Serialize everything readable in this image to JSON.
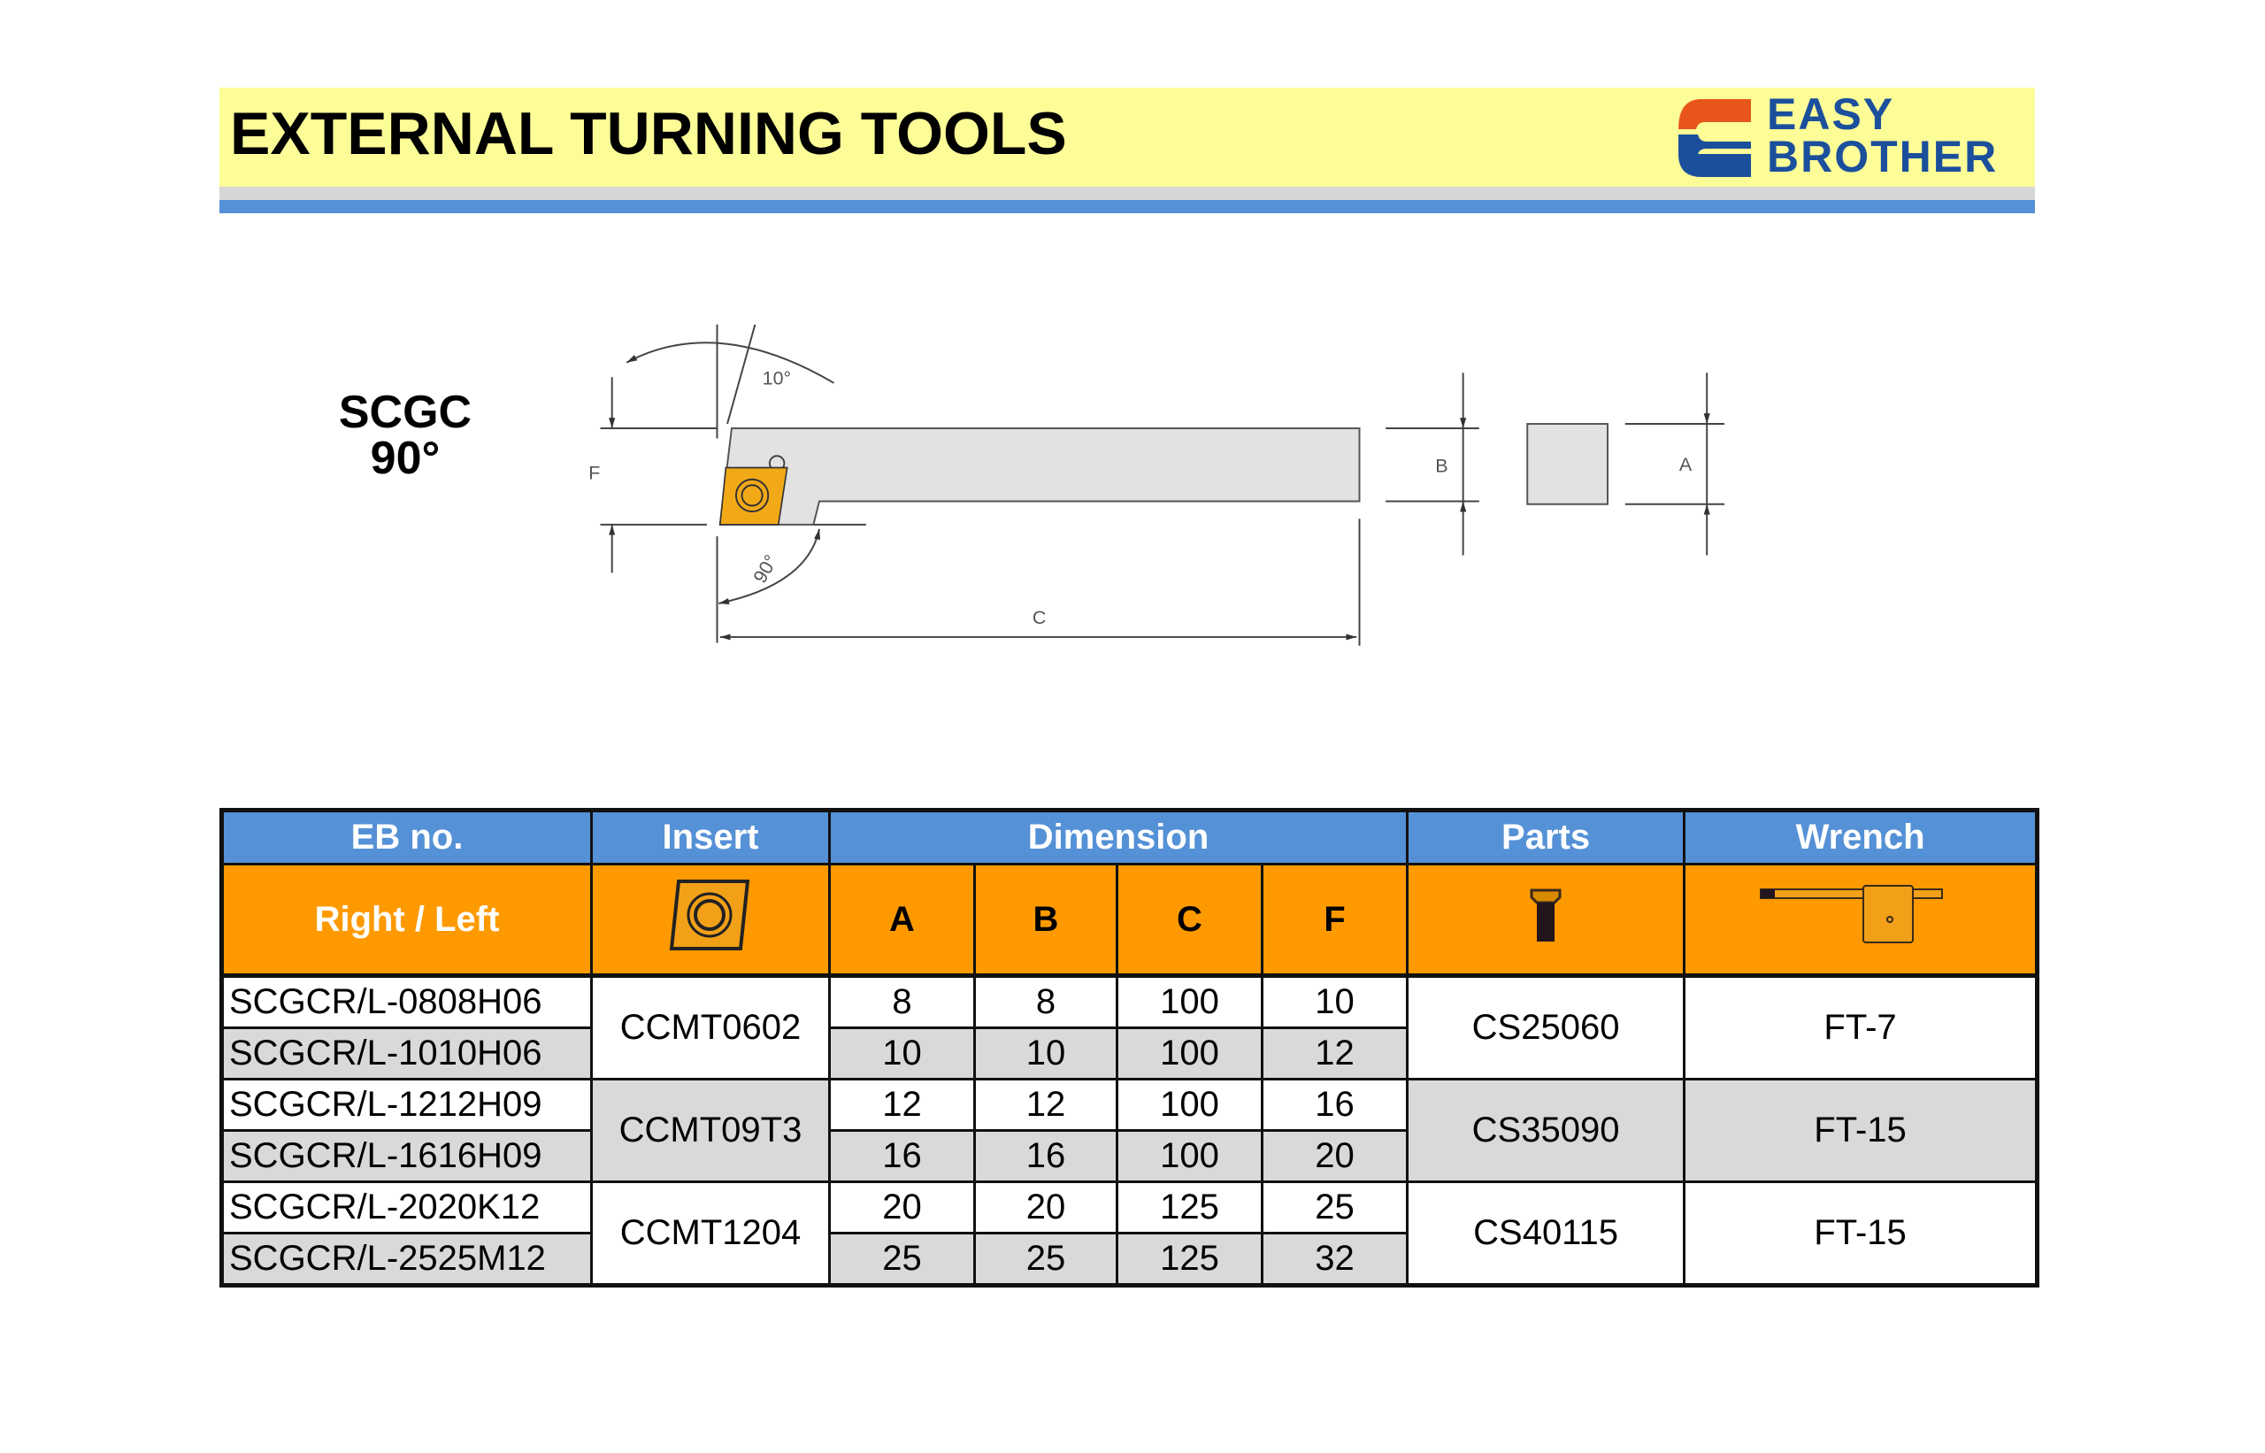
{
  "header": {
    "title": "EXTERNAL TURNING TOOLS",
    "logo": {
      "line1": "EASY",
      "line2": "BROTHER"
    }
  },
  "colors": {
    "band": "#fdfd98",
    "blue": "#5591d6",
    "orange": "#fe9a00",
    "logo_blue": "#1b4f9c",
    "logo_orange": "#e8561c",
    "row_gray": "#d9d9d9"
  },
  "model": {
    "name": "SCGC",
    "angle": "90°"
  },
  "drawing": {
    "labels": {
      "top_angle": "10°",
      "bottom_angle": "90°",
      "F": "F",
      "C": "C",
      "B": "B",
      "A": "A"
    }
  },
  "table": {
    "headers": {
      "eb_no": "EB no.",
      "insert": "Insert",
      "dimension": "Dimension",
      "parts": "Parts",
      "wrench": "Wrench"
    },
    "subheaders": {
      "right_left": "Right / Left",
      "A": "A",
      "B": "B",
      "C": "C",
      "F": "F"
    },
    "rows": [
      {
        "eb": "SCGCR/L-0808H06",
        "A": "8",
        "B": "8",
        "C": "100",
        "F": "10"
      },
      {
        "eb": "SCGCR/L-1010H06",
        "A": "10",
        "B": "10",
        "C": "100",
        "F": "12"
      },
      {
        "eb": "SCGCR/L-1212H09",
        "A": "12",
        "B": "12",
        "C": "100",
        "F": "16"
      },
      {
        "eb": "SCGCR/L-1616H09",
        "A": "16",
        "B": "16",
        "C": "100",
        "F": "20"
      },
      {
        "eb": "SCGCR/L-2020K12",
        "A": "20",
        "B": "20",
        "C": "125",
        "F": "25"
      },
      {
        "eb": "SCGCR/L-2525M12",
        "A": "25",
        "B": "25",
        "C": "125",
        "F": "32"
      }
    ],
    "groups": [
      {
        "insert": "CCMT0602",
        "parts": "CS25060",
        "wrench": "FT-7"
      },
      {
        "insert": "CCMT09T3",
        "parts": "CS35090",
        "wrench": "FT-15"
      },
      {
        "insert": "CCMT1204",
        "parts": "CS40115",
        "wrench": "FT-15"
      }
    ]
  }
}
